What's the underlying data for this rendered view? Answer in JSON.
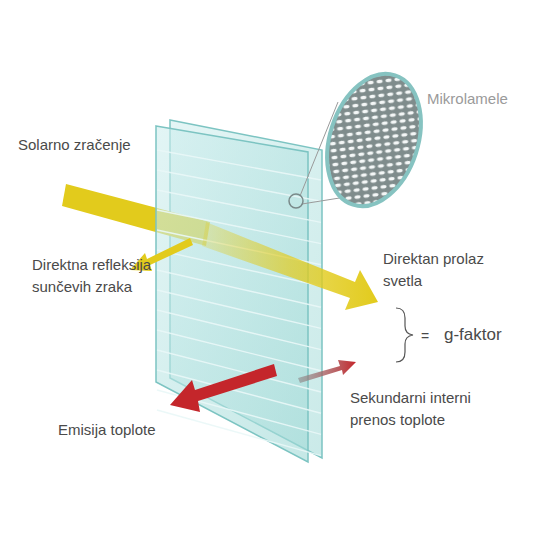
{
  "diagram": {
    "labels": [
      "Mikrolamele",
      "Solarno zračenje",
      "Direktna refleksija sunčevih zraka",
      "Direktan prolaz svetla",
      "=",
      "g-faktor",
      "Sekundarni interni prenos toplote",
      "Emisija toplote"
    ]
  }
}
